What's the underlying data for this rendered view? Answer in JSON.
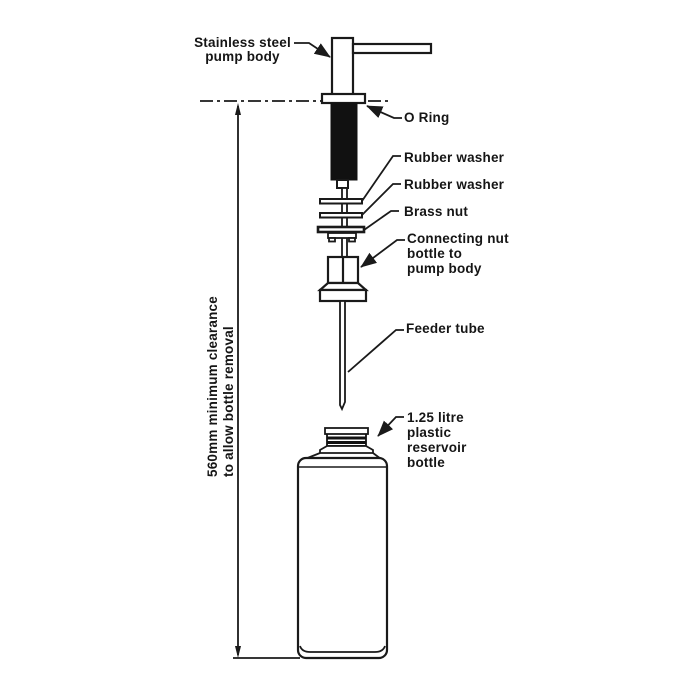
{
  "diagram": {
    "labels": {
      "pump_body": "Stainless steel\npump body",
      "o_ring": "O Ring",
      "rubber_washer_1": "Rubber washer",
      "rubber_washer_2": "Rubber washer",
      "brass_nut": "Brass nut",
      "connecting_nut": "Connecting nut\nbottle to\npump body",
      "feeder_tube": "Feeder tube",
      "bottle": "1.25 litre\nplastic\nreservoir\nbottle",
      "clearance_note": "560mm minimum clearance\nto allow bottle removal"
    },
    "dimension_value_mm": "560mm",
    "bottle_capacity": "1.25 litre",
    "colors": {
      "line": "#1a1a1a",
      "fill": "#ffffff",
      "shaft_fill": "#111111"
    }
  }
}
